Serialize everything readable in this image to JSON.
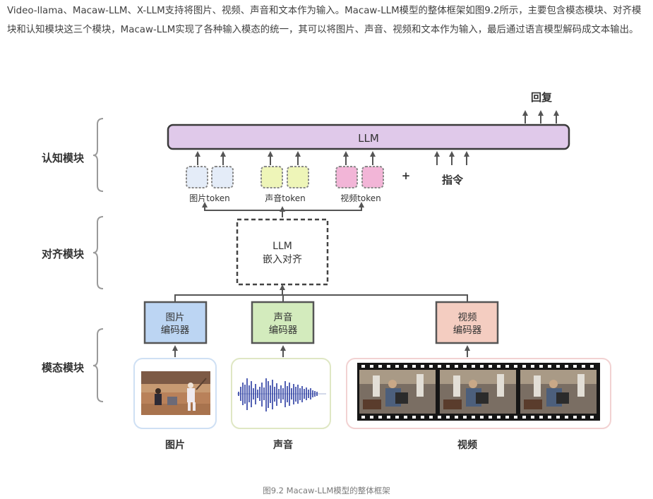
{
  "paragraph": "Video-llama、Macaw-LLM、X-LLM支持将图片、视频、声音和文本作为输入。Macaw-LLM模型的整体框架如图9.2所示，主要包含模态模块、对齐模块和认知模块这三个模块，Macaw-LLM实现了各种输入模态的统一，其可以将图片、声音、视频和文本作为输入，最后通过语言模型解码成文本输出。",
  "figure": {
    "modules": {
      "cognition": "认知模块",
      "alignment": "对齐模块",
      "modality": "模态模块"
    },
    "llm_label": "LLM",
    "reply_label": "回复",
    "plus_label": "+",
    "instruction_label": "指令",
    "tokens": {
      "image": "图片token",
      "audio": "声音token",
      "video": "视频token"
    },
    "alignment_box": {
      "line1": "LLM",
      "line2": "嵌入对齐"
    },
    "encoders": {
      "image": {
        "line1": "图片",
        "line2": "编码器"
      },
      "audio": {
        "line1": "声音",
        "line2": "编码器"
      },
      "video": {
        "line1": "视频",
        "line2": "编码器"
      }
    },
    "inputs": {
      "image": "图片",
      "audio": "声音",
      "video": "视频"
    },
    "colors": {
      "llm_fill": "#e0c9ea",
      "image_token": "#e4ecf8",
      "audio_token": "#eef5b8",
      "video_token": "#f2b5d7",
      "image_encoder": "#bcd5f3",
      "audio_encoder": "#d3ebbd",
      "video_encoder": "#f4cdc1"
    }
  },
  "caption": "图9.2 Macaw-LLM模型的整体框架"
}
